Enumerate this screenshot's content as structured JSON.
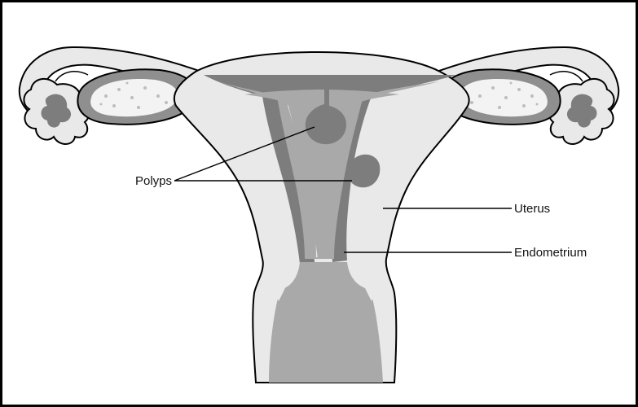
{
  "labels": {
    "polyps": "Polyps",
    "uterus": "Uterus",
    "endometrium": "Endometrium"
  },
  "colors": {
    "outline": "#000000",
    "tissue_light": "#e9e9e9",
    "tissue_mid": "#a9a9a9",
    "tissue_dark": "#7d7d7d",
    "ovary_fill": "#f3f3f3",
    "background": "#ffffff"
  }
}
